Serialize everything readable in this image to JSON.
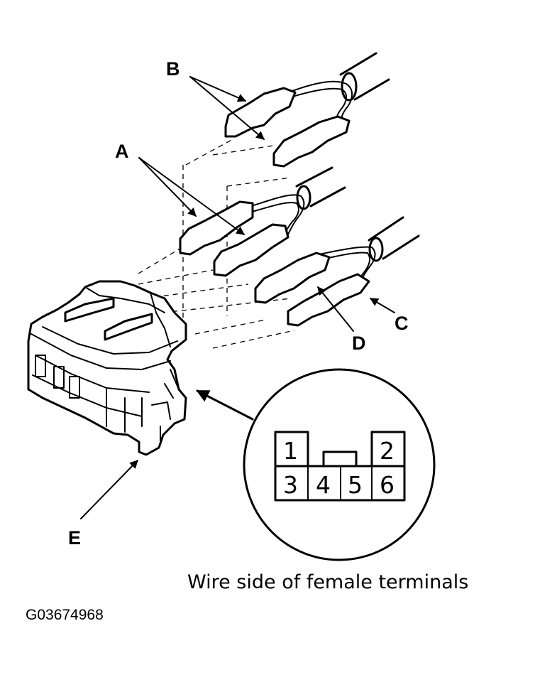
{
  "labels": {
    "a": "A",
    "b": "B",
    "c": "C",
    "d": "D",
    "e": "E"
  },
  "connector_view": {
    "pins": [
      "1",
      "2",
      "3",
      "4",
      "5",
      "6"
    ],
    "caption": "Wire side of female terminals"
  },
  "figure_code": "G03674968"
}
